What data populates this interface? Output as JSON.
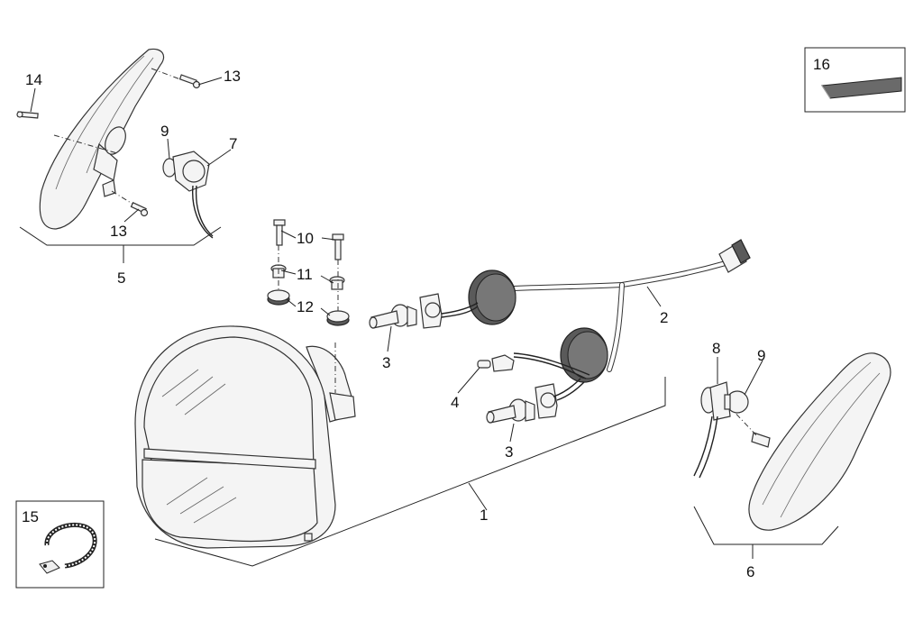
{
  "callouts": {
    "c1": "1",
    "c2": "2",
    "c3a": "3",
    "c3b": "3",
    "c4": "4",
    "c5": "5",
    "c6": "6",
    "c7": "7",
    "c8": "8",
    "c9a": "9",
    "c9b": "9",
    "c10": "10",
    "c11": "11",
    "c12": "12",
    "c13a": "13",
    "c13b": "13",
    "c14": "14",
    "c15": "15",
    "c16": "16"
  },
  "colors": {
    "line": "#222222",
    "part_fill": "#f4f4f4",
    "dark_fill": "#5a5a5a",
    "background": "#ffffff"
  }
}
